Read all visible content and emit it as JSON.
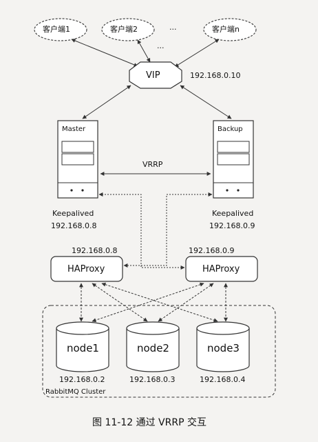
{
  "clients": [
    "客户端1",
    "客户端2",
    "客户端n"
  ],
  "clients_ellipsis": "···",
  "vip_label": "VIP",
  "vip_ip": "192.168.0.10",
  "master": {
    "title": "Master",
    "keepalived": "Keepalived",
    "ip": "192.168.0.8"
  },
  "backup": {
    "title": "Backup",
    "keepalived": "Keepalived",
    "ip": "192.168.0.9"
  },
  "vrrp_label": "VRRP",
  "haproxy_left": {
    "label": "HAProxy",
    "ip": "192.168.0.8"
  },
  "haproxy_right": {
    "label": "HAProxy",
    "ip": "192.168.0.9"
  },
  "nodes": [
    {
      "name": "node1",
      "ip": "192.168.0.2"
    },
    {
      "name": "node2",
      "ip": "192.168.0.3"
    },
    {
      "name": "node3",
      "ip": "192.168.0.4"
    }
  ],
  "cluster_label": "RabbitMQ Cluster",
  "caption": "图 11-12   通过 VRRP 交互",
  "colors": {
    "line": "#333333",
    "background": "#f4f3f1",
    "shape_fill": "#ffffff"
  }
}
